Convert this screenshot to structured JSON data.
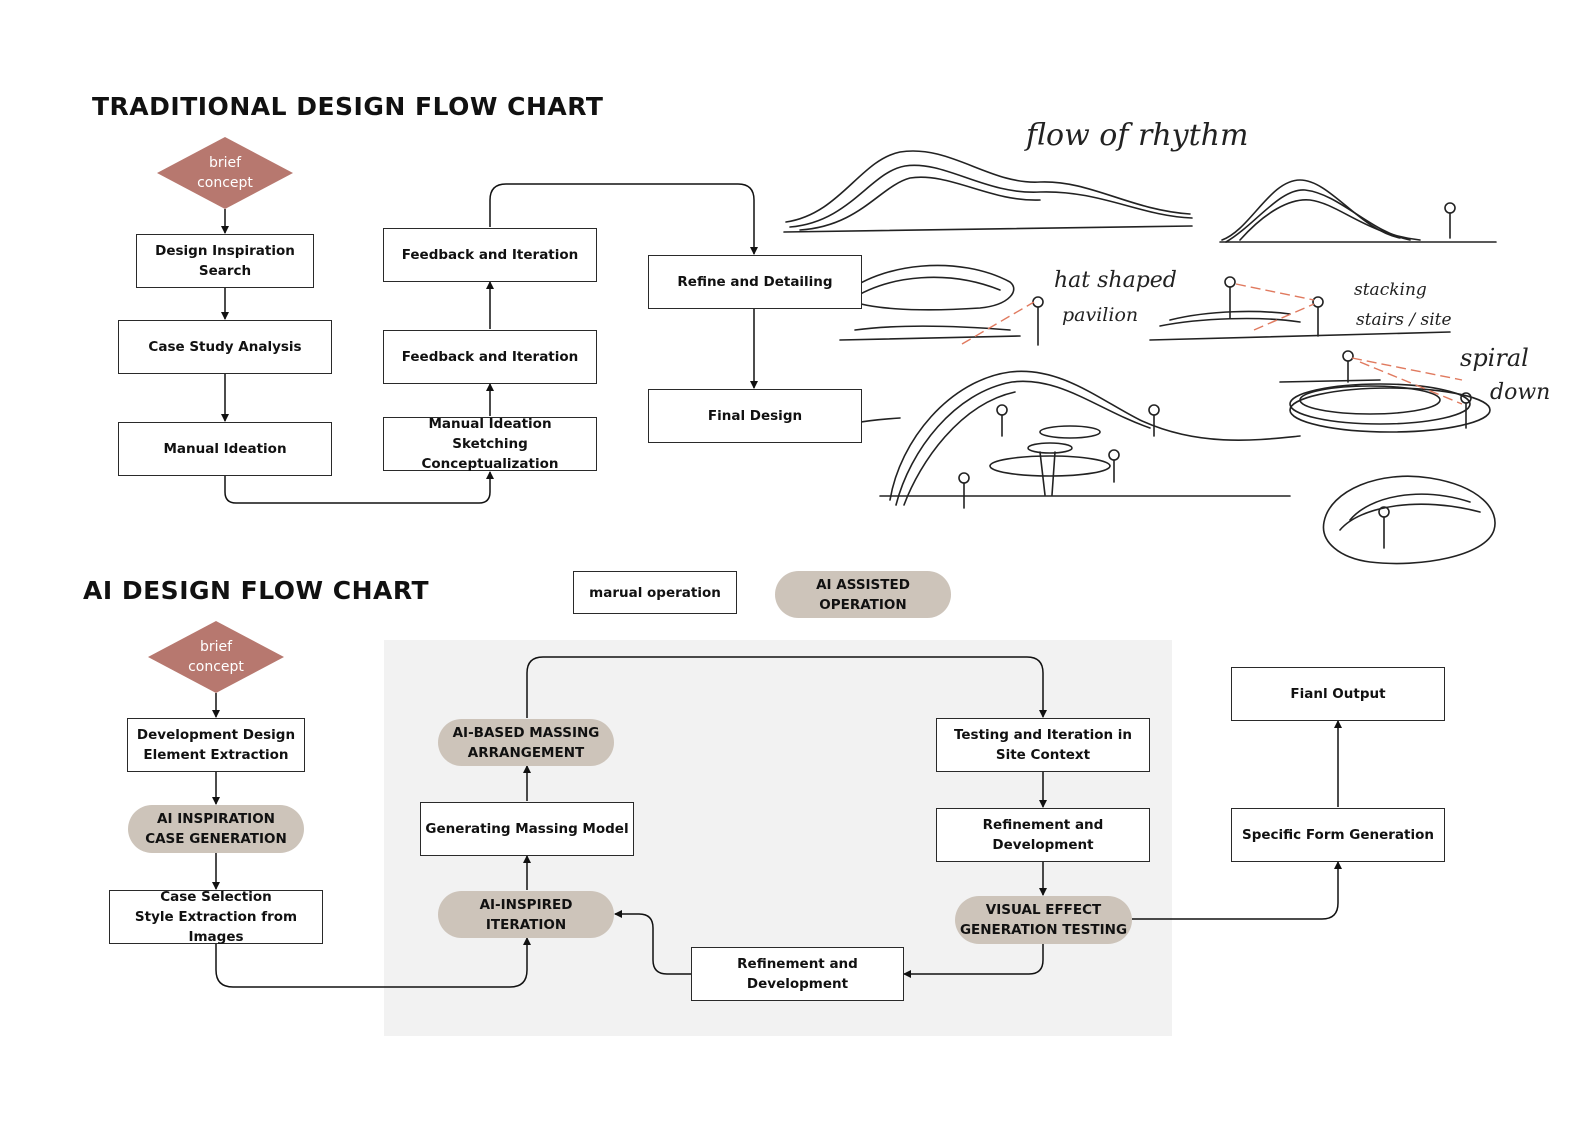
{
  "traditional": {
    "title": "TRADITIONAL DESIGN FLOW CHART",
    "start": "brief\nconcept",
    "steps": {
      "inspiration": "Design Inspiration\nSearch",
      "case_study": "Case Study Analysis",
      "manual_ideation": "Manual Ideation",
      "sketching": "Manual Ideation\nSketching Conceptualization",
      "feedback_1": "Feedback and Iteration",
      "feedback_2": "Feedback and Iteration",
      "refine": "Refine and Detailing",
      "final": "Final Design"
    }
  },
  "sketches": {
    "labels": {
      "flow": "flow of rhythm",
      "hat": "hat shaped",
      "pavilion": "pavilion",
      "stacking": "stacking",
      "stairs": "stairs / site",
      "spiral": "spiral",
      "down": "down"
    }
  },
  "ai": {
    "title": "AI DESIGN FLOW CHART",
    "legend": {
      "manual": "marual operation",
      "assisted": "AI ASSISTED\nOPERATION"
    },
    "start": "brief\nconcept",
    "steps": {
      "extraction": "Development Design\nElement Extraction",
      "ai_inspiration": "AI INSPIRATION\nCASE GENERATION",
      "case_selection": "Case Selection\nStyle Extraction from Images",
      "ai_inspired_iteration": "AI-INSPIRED ITERATION",
      "generating_massing": "Generating Massing Model",
      "ai_massing": "AI-BASED MASSING\nARRANGEMENT",
      "testing": "Testing and Iteration in\nSite Context",
      "refinement_1": "Refinement and Development",
      "visual_effect": "VISUAL EFFECT\nGENERATION TESTING",
      "refinement_2": "Refinement and Development",
      "specific_form": "Specific Form Generation",
      "final_output": "Fianl Output"
    }
  },
  "colors": {
    "diamond": "#b7786f",
    "pill": "#cdc4ba",
    "panel": "#f2f2f2",
    "accent_sketch": "#e07a5f"
  }
}
